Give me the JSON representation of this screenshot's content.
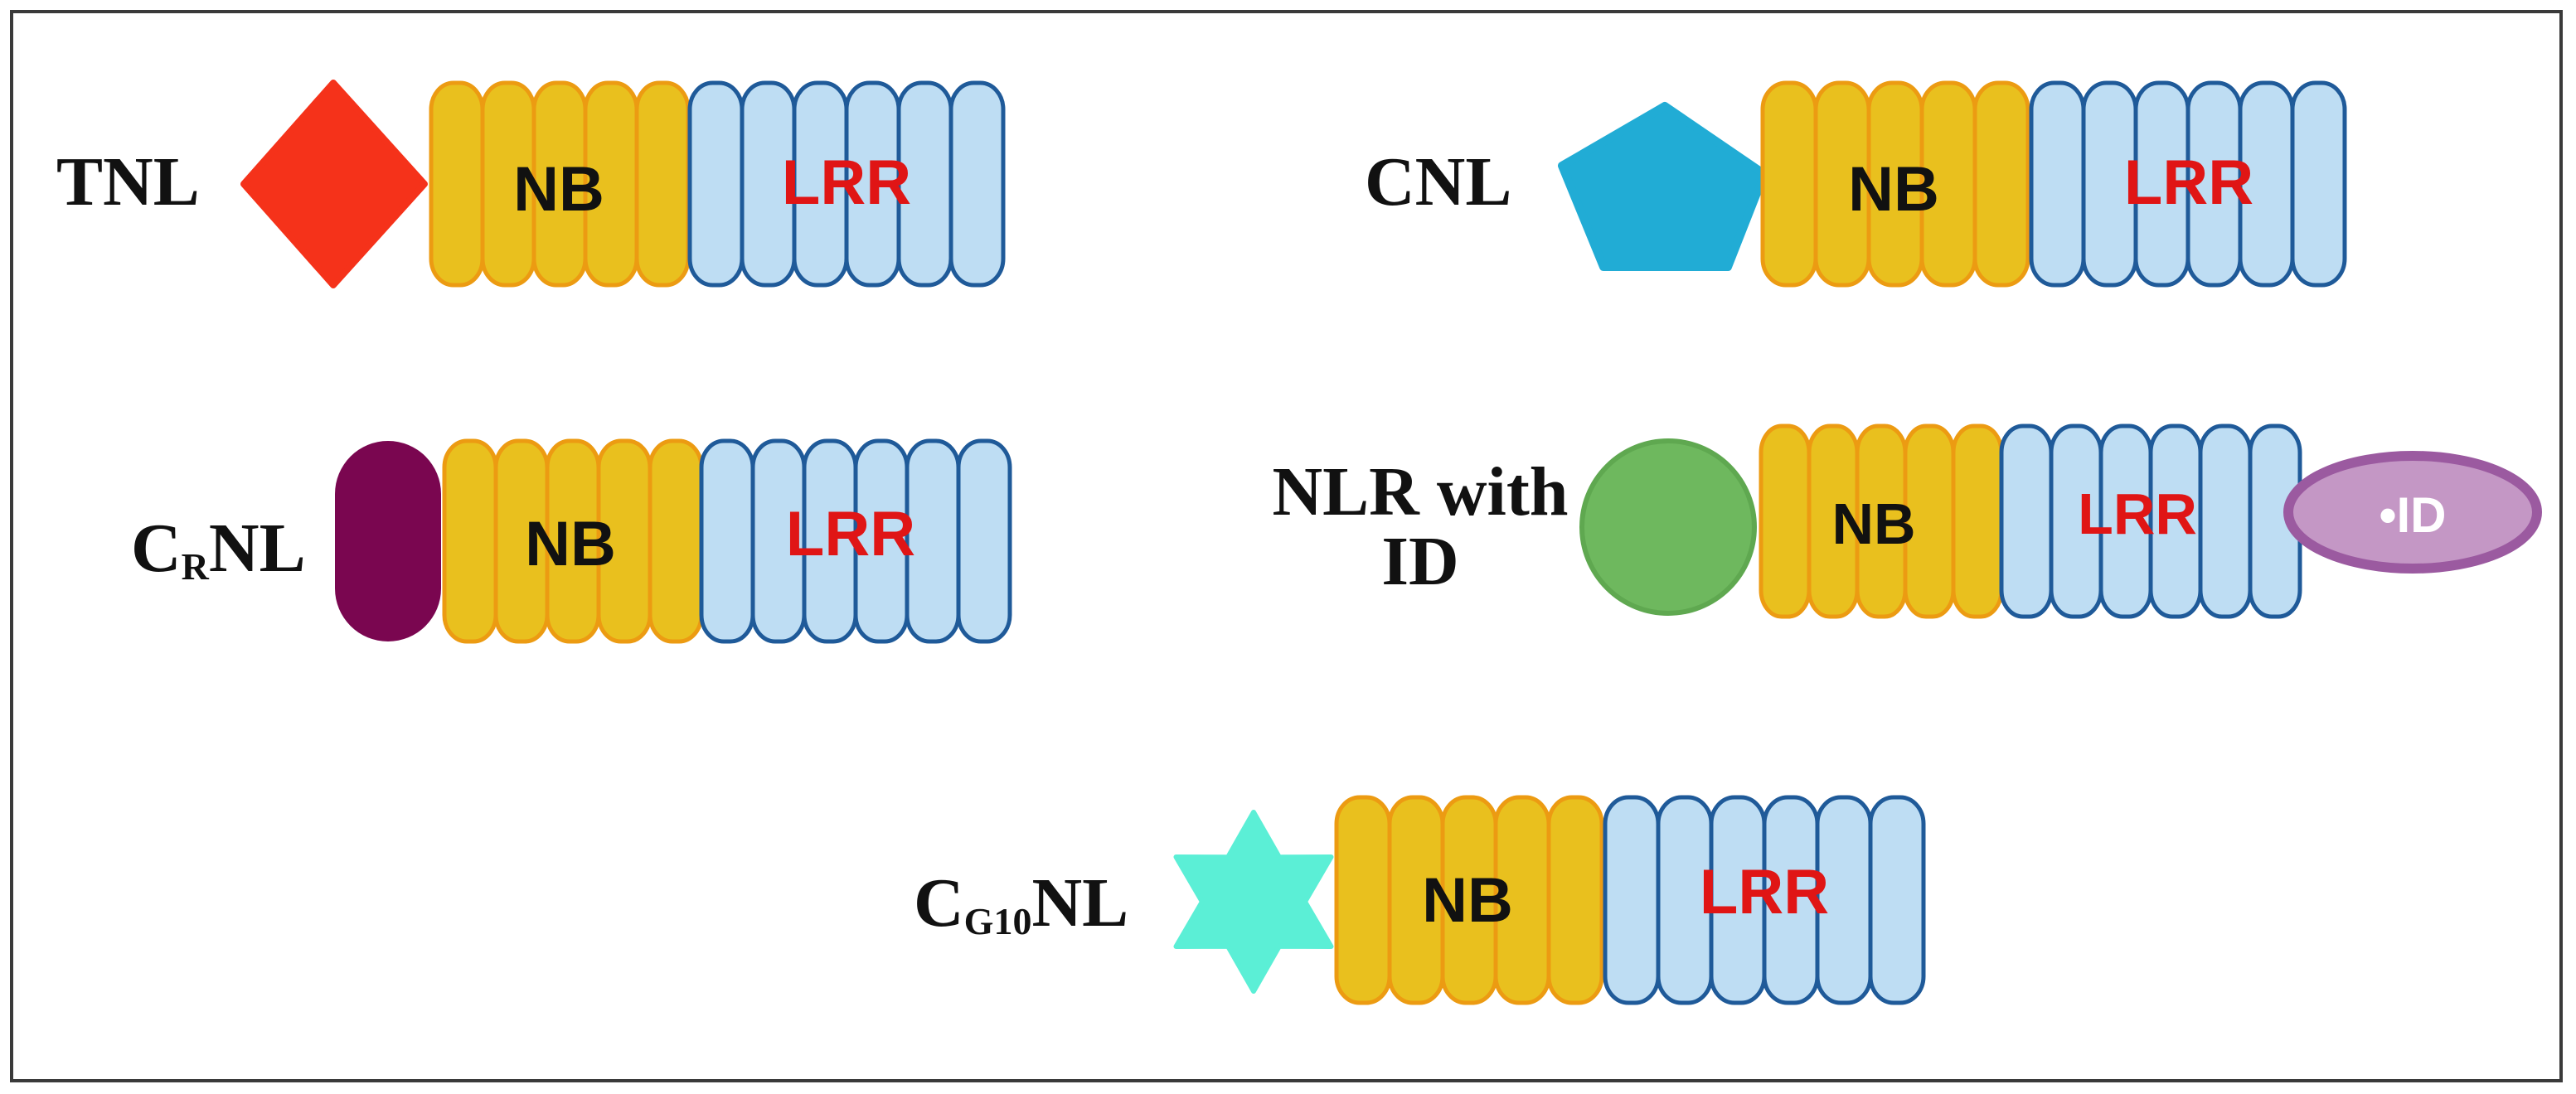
{
  "colors": {
    "nb_fill": "#E9C01E",
    "nb_stroke": "#EC9B12",
    "lrr_fill": "#BEDDF3",
    "lrr_stroke": "#1F5A99",
    "nb_text": "#111111",
    "lrr_text": "#E01515",
    "tir": "#F5321A",
    "cc": "#21ACD5",
    "rpw8": "#7A0650",
    "integrated": "#6EB85E",
    "id_fill": "#C497C5",
    "id_stroke": "#9B5AA0",
    "g10": "#5BEFD6"
  },
  "domains": {
    "nb": "NB",
    "lrr": "LRR",
    "id": "•ID"
  },
  "proteins": {
    "tnl": {
      "label": "TNL",
      "shape": "diamond"
    },
    "cnl": {
      "label": "CNL",
      "shape": "pentagon"
    },
    "crnl": {
      "label_main": "C",
      "label_sub": "R",
      "label_rest": "NL",
      "shape": "capsule"
    },
    "nlrid": {
      "label_line1": "NLR with",
      "label_line2": "ID",
      "shape": "circle"
    },
    "cg10nl": {
      "label_main": "C",
      "label_sub": "G10",
      "label_rest": "NL",
      "shape": "star"
    }
  }
}
